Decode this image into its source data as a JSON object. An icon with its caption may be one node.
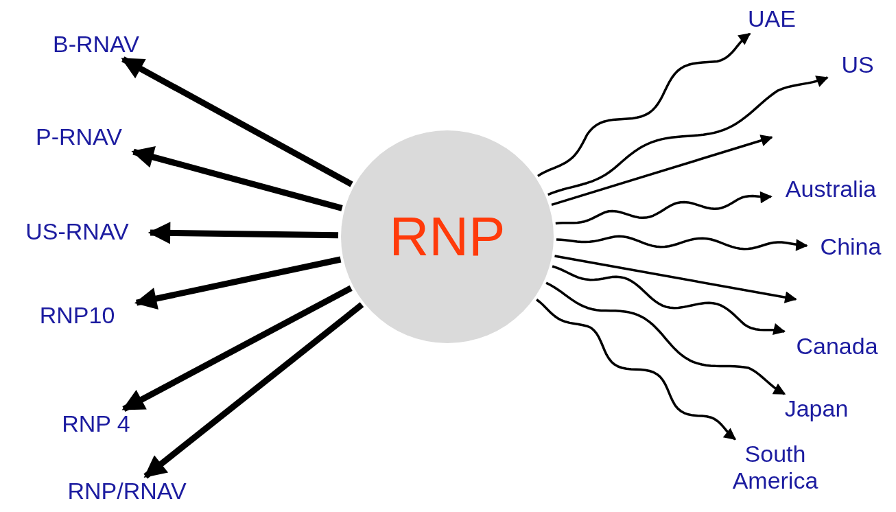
{
  "diagram": {
    "nodes": [
      {
        "text": [
          "RNP"
        ]
      },
      {
        "text": [
          "B-RNAV"
        ]
      },
      {
        "text": [
          "P-RNAV"
        ]
      },
      {
        "text": [
          "US-RNAV"
        ]
      },
      {
        "text": [
          "RNP10"
        ]
      },
      {
        "text": [
          "RNP 4"
        ]
      },
      {
        "text": [
          "RNP/RNAV"
        ]
      },
      {
        "text": [
          "UAE"
        ]
      },
      {
        "text": [
          "US"
        ]
      },
      {
        "text": [
          "Australia"
        ]
      },
      {
        "text": [
          "China"
        ]
      },
      {
        "text": [
          "Canada"
        ]
      },
      {
        "text": [
          "Japan"
        ]
      },
      {
        "text": [
          "South America"
        ]
      }
    ],
    "edges": [
      {
        "from": 0,
        "to": 1,
        "arrow": "to",
        "style": "thick"
      },
      {
        "from": 0,
        "to": 2,
        "arrow": "to",
        "style": "thick"
      },
      {
        "from": 0,
        "to": 3,
        "arrow": "to",
        "style": "thick"
      },
      {
        "from": 0,
        "to": 4,
        "arrow": "to",
        "style": "thick"
      },
      {
        "from": 0,
        "to": 5,
        "arrow": "to",
        "style": "thick"
      },
      {
        "from": 0,
        "to": 6,
        "arrow": "to",
        "style": "thick"
      },
      {
        "from": 0,
        "to": 7,
        "arrow": "to"
      },
      {
        "from": 0,
        "to": 8,
        "arrow": "to"
      },
      {
        "from": 0,
        "to": null,
        "arrow": "to"
      },
      {
        "from": 0,
        "to": 9,
        "arrow": "to"
      },
      {
        "from": 0,
        "to": 10,
        "arrow": "to"
      },
      {
        "from": 0,
        "to": null,
        "arrow": "to"
      },
      {
        "from": 0,
        "to": 11,
        "arrow": "to"
      },
      {
        "from": 0,
        "to": 12,
        "arrow": "to"
      },
      {
        "from": 0,
        "to": 13,
        "arrow": "to"
      }
    ]
  }
}
